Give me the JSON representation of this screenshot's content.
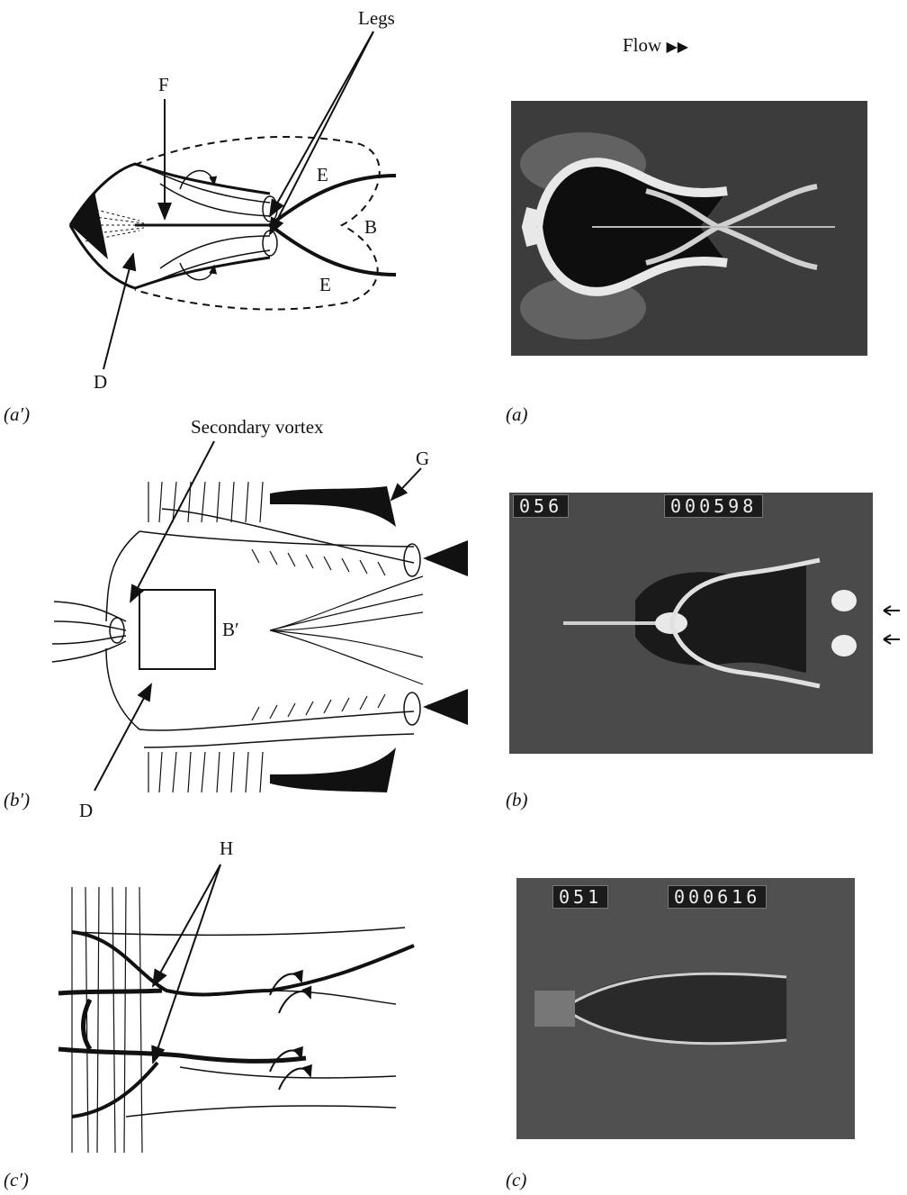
{
  "header": {
    "flow_label": "Flow",
    "flow_arrows": "▶▶"
  },
  "panel_a_prime": {
    "caption": "(a′)",
    "labels": {
      "legs": "Legs",
      "f": "F",
      "e_top": "E",
      "e_bottom": "E",
      "b": "B",
      "d": "D"
    }
  },
  "panel_a": {
    "caption": "(a)"
  },
  "panel_b_prime": {
    "caption": "(b′)",
    "labels": {
      "secondary_vortex": "Secondary vortex",
      "g": "G",
      "b_prime": "B′",
      "d": "D"
    }
  },
  "panel_b": {
    "caption": "(b)",
    "counter_left": "056",
    "counter_right": "000598"
  },
  "panel_c_prime": {
    "caption": "(c′)",
    "labels": {
      "h": "H"
    }
  },
  "panel_c": {
    "caption": "(c)",
    "counter_left": "051",
    "counter_right": "000616"
  },
  "colors": {
    "ink": "#111111",
    "photo_bg": "#3a3a3a",
    "dye": "#e8e8e8"
  }
}
